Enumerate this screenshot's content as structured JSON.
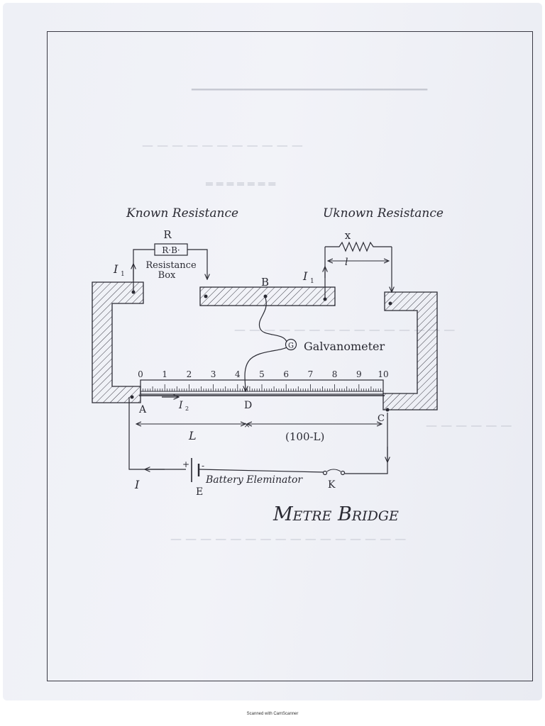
{
  "labels": {
    "known_resistance": "Known Resistance",
    "unknown_resistance": "Uknown Resistance",
    "r": "R",
    "rb": "R·B·",
    "resistance_box_line1": "Resistance",
    "resistance_box_line2": "Box",
    "x": "x",
    "i1_left": "I",
    "i1_left_sub": "1",
    "i1_right": "I",
    "i1_right_sub": "1",
    "l_small": "l",
    "b": "B",
    "g": "G",
    "galvanometer": "Galvanometer",
    "a": "A",
    "i2": "I",
    "i2_sub": "2",
    "d": "D",
    "c": "C",
    "l_big": "L",
    "hundred_minus_l": "(100-L)",
    "plus": "+",
    "minus": "-",
    "battery": "Battery Eleminator",
    "i_bottom": "I",
    "e": "E",
    "k": "K",
    "title": "Metre Bridge"
  },
  "scale_numbers": [
    "0",
    "1",
    "2",
    "3",
    "4",
    "5",
    "6",
    "7",
    "8",
    "9",
    "10"
  ],
  "footer": "Scanned with CamScanner"
}
